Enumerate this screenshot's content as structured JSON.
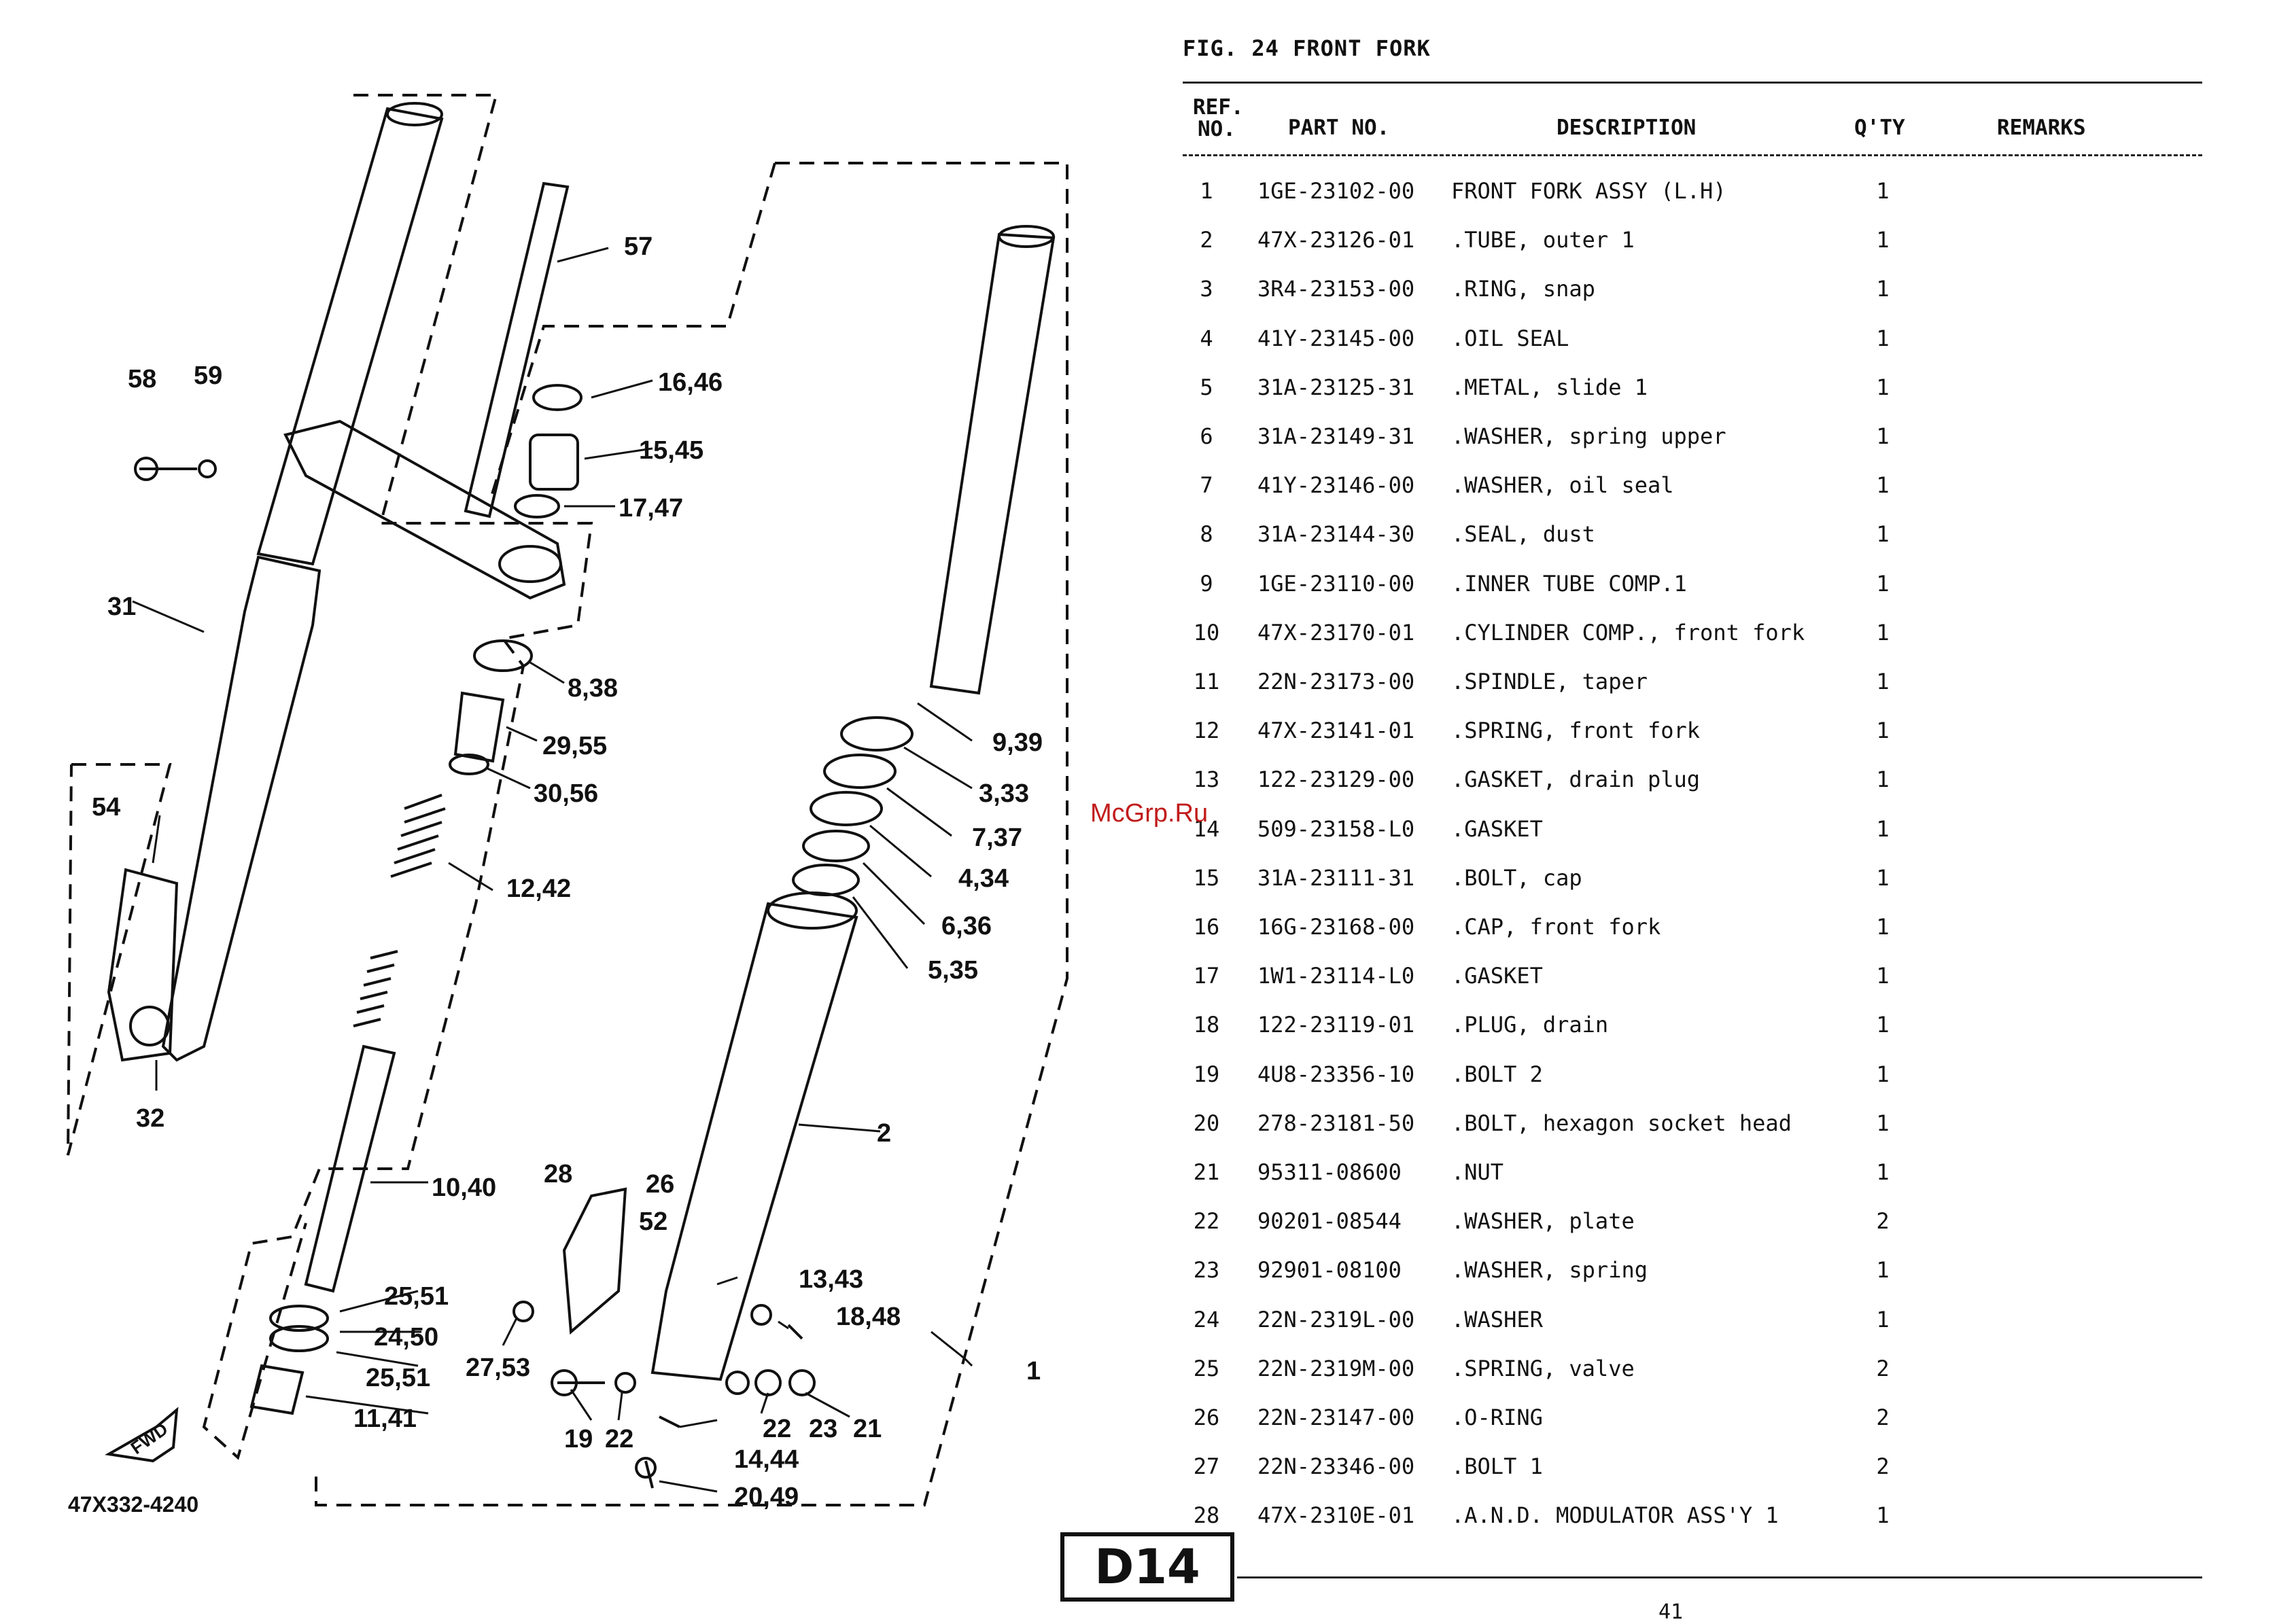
{
  "figure": {
    "title": "FIG. 24  FRONT FORK"
  },
  "table": {
    "headers": {
      "ref_line1": "REF.",
      "ref_line2": "NO.",
      "part_no": "PART NO.",
      "description": "DESCRIPTION",
      "qty": "Q'TY",
      "remarks": "REMARKS"
    },
    "rows": [
      {
        "ref": "1",
        "part": "1GE-23102-00",
        "desc": "FRONT FORK ASSY (L.H)",
        "qty": "1"
      },
      {
        "ref": "2",
        "part": "47X-23126-01",
        "desc": ".TUBE, outer 1",
        "qty": "1"
      },
      {
        "ref": "3",
        "part": "3R4-23153-00",
        "desc": ".RING, snap",
        "qty": "1"
      },
      {
        "ref": "4",
        "part": "41Y-23145-00",
        "desc": ".OIL SEAL",
        "qty": "1"
      },
      {
        "ref": "5",
        "part": "31A-23125-31",
        "desc": ".METAL, slide 1",
        "qty": "1"
      },
      {
        "ref": "6",
        "part": "31A-23149-31",
        "desc": ".WASHER, spring upper",
        "qty": "1"
      },
      {
        "ref": "7",
        "part": "41Y-23146-00",
        "desc": ".WASHER, oil seal",
        "qty": "1"
      },
      {
        "ref": "8",
        "part": "31A-23144-30",
        "desc": ".SEAL, dust",
        "qty": "1"
      },
      {
        "ref": "9",
        "part": "1GE-23110-00",
        "desc": ".INNER TUBE COMP.1",
        "qty": "1"
      },
      {
        "ref": "10",
        "part": "47X-23170-01",
        "desc": ".CYLINDER COMP., front fork",
        "qty": "1"
      },
      {
        "ref": "11",
        "part": "22N-23173-00",
        "desc": ".SPINDLE, taper",
        "qty": "1"
      },
      {
        "ref": "12",
        "part": "47X-23141-01",
        "desc": ".SPRING, front fork",
        "qty": "1"
      },
      {
        "ref": "13",
        "part": "122-23129-00",
        "desc": ".GASKET, drain plug",
        "qty": "1"
      },
      {
        "ref": "14",
        "part": "509-23158-L0",
        "desc": ".GASKET",
        "qty": "1"
      },
      {
        "ref": "15",
        "part": "31A-23111-31",
        "desc": ".BOLT, cap",
        "qty": "1"
      },
      {
        "ref": "16",
        "part": "16G-23168-00",
        "desc": ".CAP, front fork",
        "qty": "1"
      },
      {
        "ref": "17",
        "part": "1W1-23114-L0",
        "desc": ".GASKET",
        "qty": "1"
      },
      {
        "ref": "18",
        "part": "122-23119-01",
        "desc": ".PLUG, drain",
        "qty": "1"
      },
      {
        "ref": "19",
        "part": "4U8-23356-10",
        "desc": ".BOLT 2",
        "qty": "1"
      },
      {
        "ref": "20",
        "part": "278-23181-50",
        "desc": ".BOLT, hexagon socket head",
        "qty": "1"
      },
      {
        "ref": "21",
        "part": "95311-08600",
        "desc": ".NUT",
        "qty": "1"
      },
      {
        "ref": "22",
        "part": "90201-08544",
        "desc": ".WASHER, plate",
        "qty": "2"
      },
      {
        "ref": "23",
        "part": "92901-08100",
        "desc": ".WASHER, spring",
        "qty": "1"
      },
      {
        "ref": "24",
        "part": "22N-2319L-00",
        "desc": ".WASHER",
        "qty": "1"
      },
      {
        "ref": "25",
        "part": "22N-2319M-00",
        "desc": ".SPRING, valve",
        "qty": "2"
      },
      {
        "ref": "26",
        "part": "22N-23147-00",
        "desc": ".O-RING",
        "qty": "2"
      },
      {
        "ref": "27",
        "part": "22N-23346-00",
        "desc": ".BOLT 1",
        "qty": "2"
      },
      {
        "ref": "28",
        "part": "47X-2310E-01",
        "desc": ".A.N.D. MODULATOR ASS'Y 1",
        "qty": "1"
      }
    ]
  },
  "diagram": {
    "code": "47X332-4240",
    "fwd_label": "FWD",
    "callouts": [
      "58",
      "59",
      "57",
      "16,46",
      "15,45",
      "17,47",
      "31",
      "8,38",
      "29,55",
      "30,56",
      "54",
      "12,42",
      "32",
      "9,39",
      "3,33",
      "7,37",
      "4,34",
      "6,36",
      "5,35",
      "2",
      "10,40",
      "28",
      "26",
      "52",
      "25,51",
      "24,50",
      "25,51",
      "11,41",
      "13,43",
      "18,48",
      "27,53",
      "1",
      "19",
      "22",
      "22",
      "23",
      "21",
      "14,44",
      "20,49"
    ]
  },
  "watermark": "McGrp.Ru",
  "badge": "D14",
  "page_number": "41"
}
